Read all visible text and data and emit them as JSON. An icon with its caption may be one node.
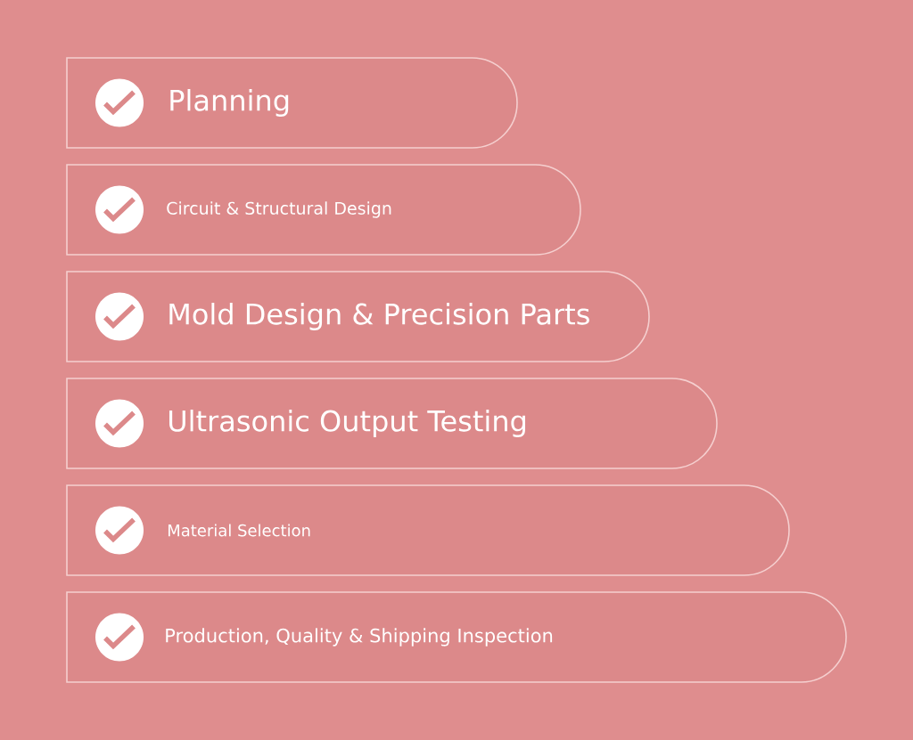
{
  "diagram": {
    "nodes": [
      {
        "text": [
          "Planning"
        ]
      },
      {
        "text": [
          "Circuit & Structural Design"
        ]
      },
      {
        "text": [
          "Mold Design & Precision Parts"
        ]
      },
      {
        "text": [
          "Ultrasonic Output Testing"
        ]
      },
      {
        "text": [
          "Material Selection"
        ]
      },
      {
        "text": [
          "Production, Quality & Shipping Inspection"
        ]
      }
    ]
  }
}
